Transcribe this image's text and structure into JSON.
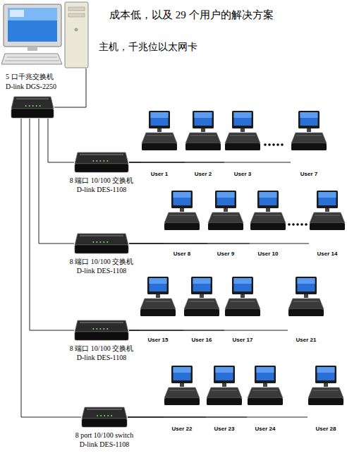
{
  "diagram": {
    "title": "成本低，以及 29 个用户的解决方案",
    "nodes": [
      {
        "text": [
          "主机，千兆位以太网卡"
        ]
      },
      {
        "text": [
          "5 口千兆交换机",
          "D-link DGS-2250"
        ]
      },
      {
        "text": [
          "8 端口 10/100 交换机",
          "D-link DES-1108"
        ]
      },
      {
        "text": [
          "User 1"
        ]
      },
      {
        "text": [
          "User 2"
        ]
      },
      {
        "text": [
          "User 3"
        ]
      },
      {
        "text": [
          "User 7"
        ]
      },
      {
        "text": [
          "8 端口 10/100 交换机",
          "D-link DES-1108"
        ]
      },
      {
        "text": [
          "User 8"
        ]
      },
      {
        "text": [
          "User 9"
        ]
      },
      {
        "text": [
          "User 10"
        ]
      },
      {
        "text": [
          "User 14"
        ]
      },
      {
        "text": [
          "8 端口 10/100 交换机",
          "D-link DES-1108"
        ]
      },
      {
        "text": [
          "User 15"
        ]
      },
      {
        "text": [
          "User 16"
        ]
      },
      {
        "text": [
          "User 17"
        ]
      },
      {
        "text": [
          "User 21"
        ]
      },
      {
        "text": [
          "8 port 10/100 switch",
          "D-link DES-1108"
        ]
      },
      {
        "text": [
          "User 22"
        ]
      },
      {
        "text": [
          "User 23"
        ]
      },
      {
        "text": [
          "User 24"
        ]
      },
      {
        "text": [
          "User 28"
        ]
      }
    ],
    "edges": [
      {
        "from": 0,
        "to": 1,
        "arrow": "none"
      },
      {
        "from": 1,
        "to": 2,
        "arrow": "none"
      },
      {
        "from": 1,
        "to": 7,
        "arrow": "none"
      },
      {
        "from": 1,
        "to": 12,
        "arrow": "none"
      },
      {
        "from": 1,
        "to": 17,
        "arrow": "none"
      },
      {
        "from": 2,
        "to": 3,
        "arrow": "none"
      },
      {
        "from": 2,
        "to": 4,
        "arrow": "none"
      },
      {
        "from": 2,
        "to": 5,
        "arrow": "none"
      },
      {
        "from": 2,
        "to": 6,
        "arrow": "none"
      },
      {
        "from": 7,
        "to": 8,
        "arrow": "none"
      },
      {
        "from": 7,
        "to": 9,
        "arrow": "none"
      },
      {
        "from": 7,
        "to": 10,
        "arrow": "none"
      },
      {
        "from": 7,
        "to": 11,
        "arrow": "none"
      },
      {
        "from": 12,
        "to": 13,
        "arrow": "none"
      },
      {
        "from": 12,
        "to": 14,
        "arrow": "none"
      },
      {
        "from": 12,
        "to": 15,
        "arrow": "none"
      },
      {
        "from": 12,
        "to": 16,
        "arrow": "none"
      },
      {
        "from": 17,
        "to": 18,
        "arrow": "none"
      },
      {
        "from": 17,
        "to": 19,
        "arrow": "none"
      },
      {
        "from": 17,
        "to": 20,
        "arrow": "none"
      },
      {
        "from": 17,
        "to": 21,
        "arrow": "none"
      }
    ]
  }
}
